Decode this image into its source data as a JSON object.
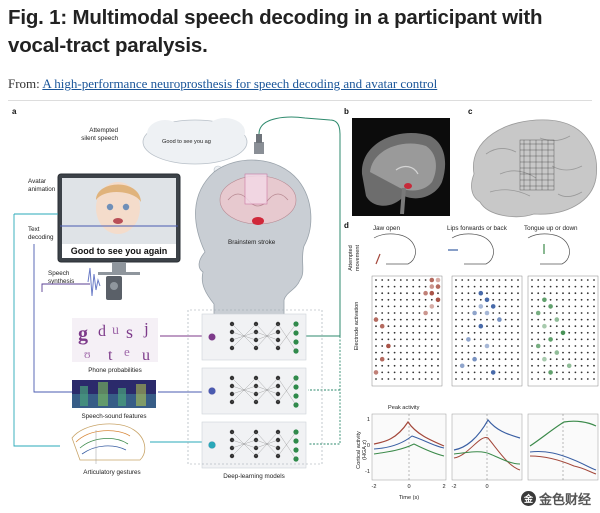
{
  "page": {
    "title": "Fig. 1: Multimodal speech decoding in a participant with vocal-tract paralysis.",
    "from_prefix": "From: ",
    "from_link": "A high-performance neuroprosthesis for speech decoding and avatar control"
  },
  "panel_a": {
    "label": "a",
    "attempted_speech": [
      "Attempted",
      "silent speech"
    ],
    "thought_bubble": "Good to see you ag",
    "screen_caption": "Good to see you again",
    "avatar_animation": [
      "Avatar",
      "animation"
    ],
    "text_decoding": [
      "Text",
      "decoding"
    ],
    "speech_synthesis": [
      "Speech",
      "synthesis"
    ],
    "brainstem_stroke": "Brainstem stroke",
    "phone_probabilities": "Phone probabilities",
    "speech_sound_features": "Speech-sound features",
    "articulatory_gestures": "Articulatory gestures",
    "deep_learning_models": "Deep-learning models",
    "phone_glyphs": [
      "g",
      "d",
      "u",
      "s",
      "j",
      "ʊ",
      "t",
      "e",
      "u"
    ]
  },
  "panel_b": {
    "label": "b"
  },
  "panel_c": {
    "label": "c"
  },
  "panel_d": {
    "label": "d",
    "columns": [
      {
        "title": "Jaw open",
        "color": "#a3473a"
      },
      {
        "title": "Lips forwards or back",
        "color": "#3a5fa3"
      },
      {
        "title": "Tongue up or down",
        "color": "#3b8a4a"
      }
    ],
    "row_label_movement": [
      "Attempted",
      "movement"
    ],
    "row_label_activation": "Electrode activation",
    "row_label_cortical": [
      "Cortical activity",
      "(HGA z)"
    ],
    "peak_activity": "Peak activity",
    "xlabel": "Time (s)",
    "y_ticks": [
      "1",
      "0",
      "-1"
    ],
    "x_ticks": [
      "-2",
      "0",
      "2",
      "-2",
      "0"
    ]
  },
  "watermark": {
    "text": "金色财经",
    "logo": "金"
  }
}
